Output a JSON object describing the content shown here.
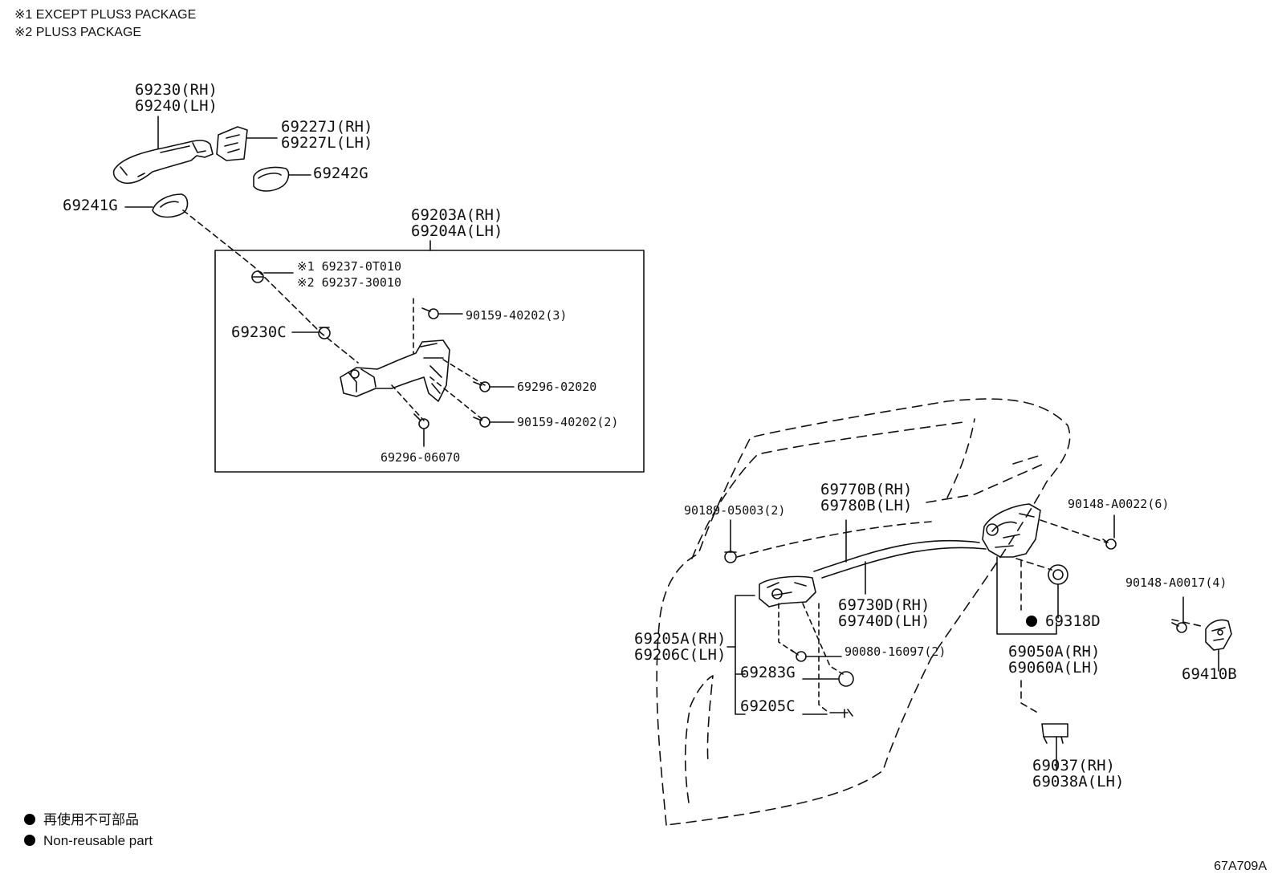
{
  "notes": {
    "note1": "※1 EXCEPT PLUS3 PACKAGE",
    "note2": "※2 PLUS3 PACKAGE"
  },
  "parts": {
    "p69230_rh": "69230(RH)",
    "p69240_lh": "69240(LH)",
    "p69227j_rh": "69227J(RH)",
    "p69227l_lh": "69227L(LH)",
    "p69242g": "69242G",
    "p69241g": "69241G",
    "p69203a_rh": "69203A(RH)",
    "p69204a_lh": "69204A(LH)",
    "p69237_0t010": "※1 69237-0T010",
    "p69237_30010": "※2 69237-30010",
    "p90159_40202_3": "90159-40202(3)",
    "p69230c": "69230C",
    "p69296_02020": "69296-02020",
    "p90159_40202_2": "90159-40202(2)",
    "p69296_06070": "69296-06070",
    "p90189_05003_2": "90189-05003(2)",
    "p69770b_rh": "69770B(RH)",
    "p69780b_lh": "69780B(LH)",
    "p90148_a0022_6": "90148-A0022(6)",
    "p90148_a0017_4": "90148-A0017(4)",
    "p69730d_rh": "69730D(RH)",
    "p69740d_lh": "69740D(LH)",
    "p69318d": "69318D",
    "p69205a_rh": "69205A(RH)",
    "p69206c_lh": "69206C(LH)",
    "p90080_16097_2": "90080-16097(2)",
    "p69050a_rh": "69050A(RH)",
    "p69060a_lh": "69060A(LH)",
    "p69410b": "69410B",
    "p69283g": "69283G",
    "p69205c": "69205C",
    "p69037_rh": "69037(RH)",
    "p69038a_lh": "69038A(LH)"
  },
  "legend": {
    "jp": "再使用不可部品",
    "en": "Non-reusable part"
  },
  "reference": "67A709A",
  "icons": {
    "non_reusable": "filled-circle-icon"
  }
}
